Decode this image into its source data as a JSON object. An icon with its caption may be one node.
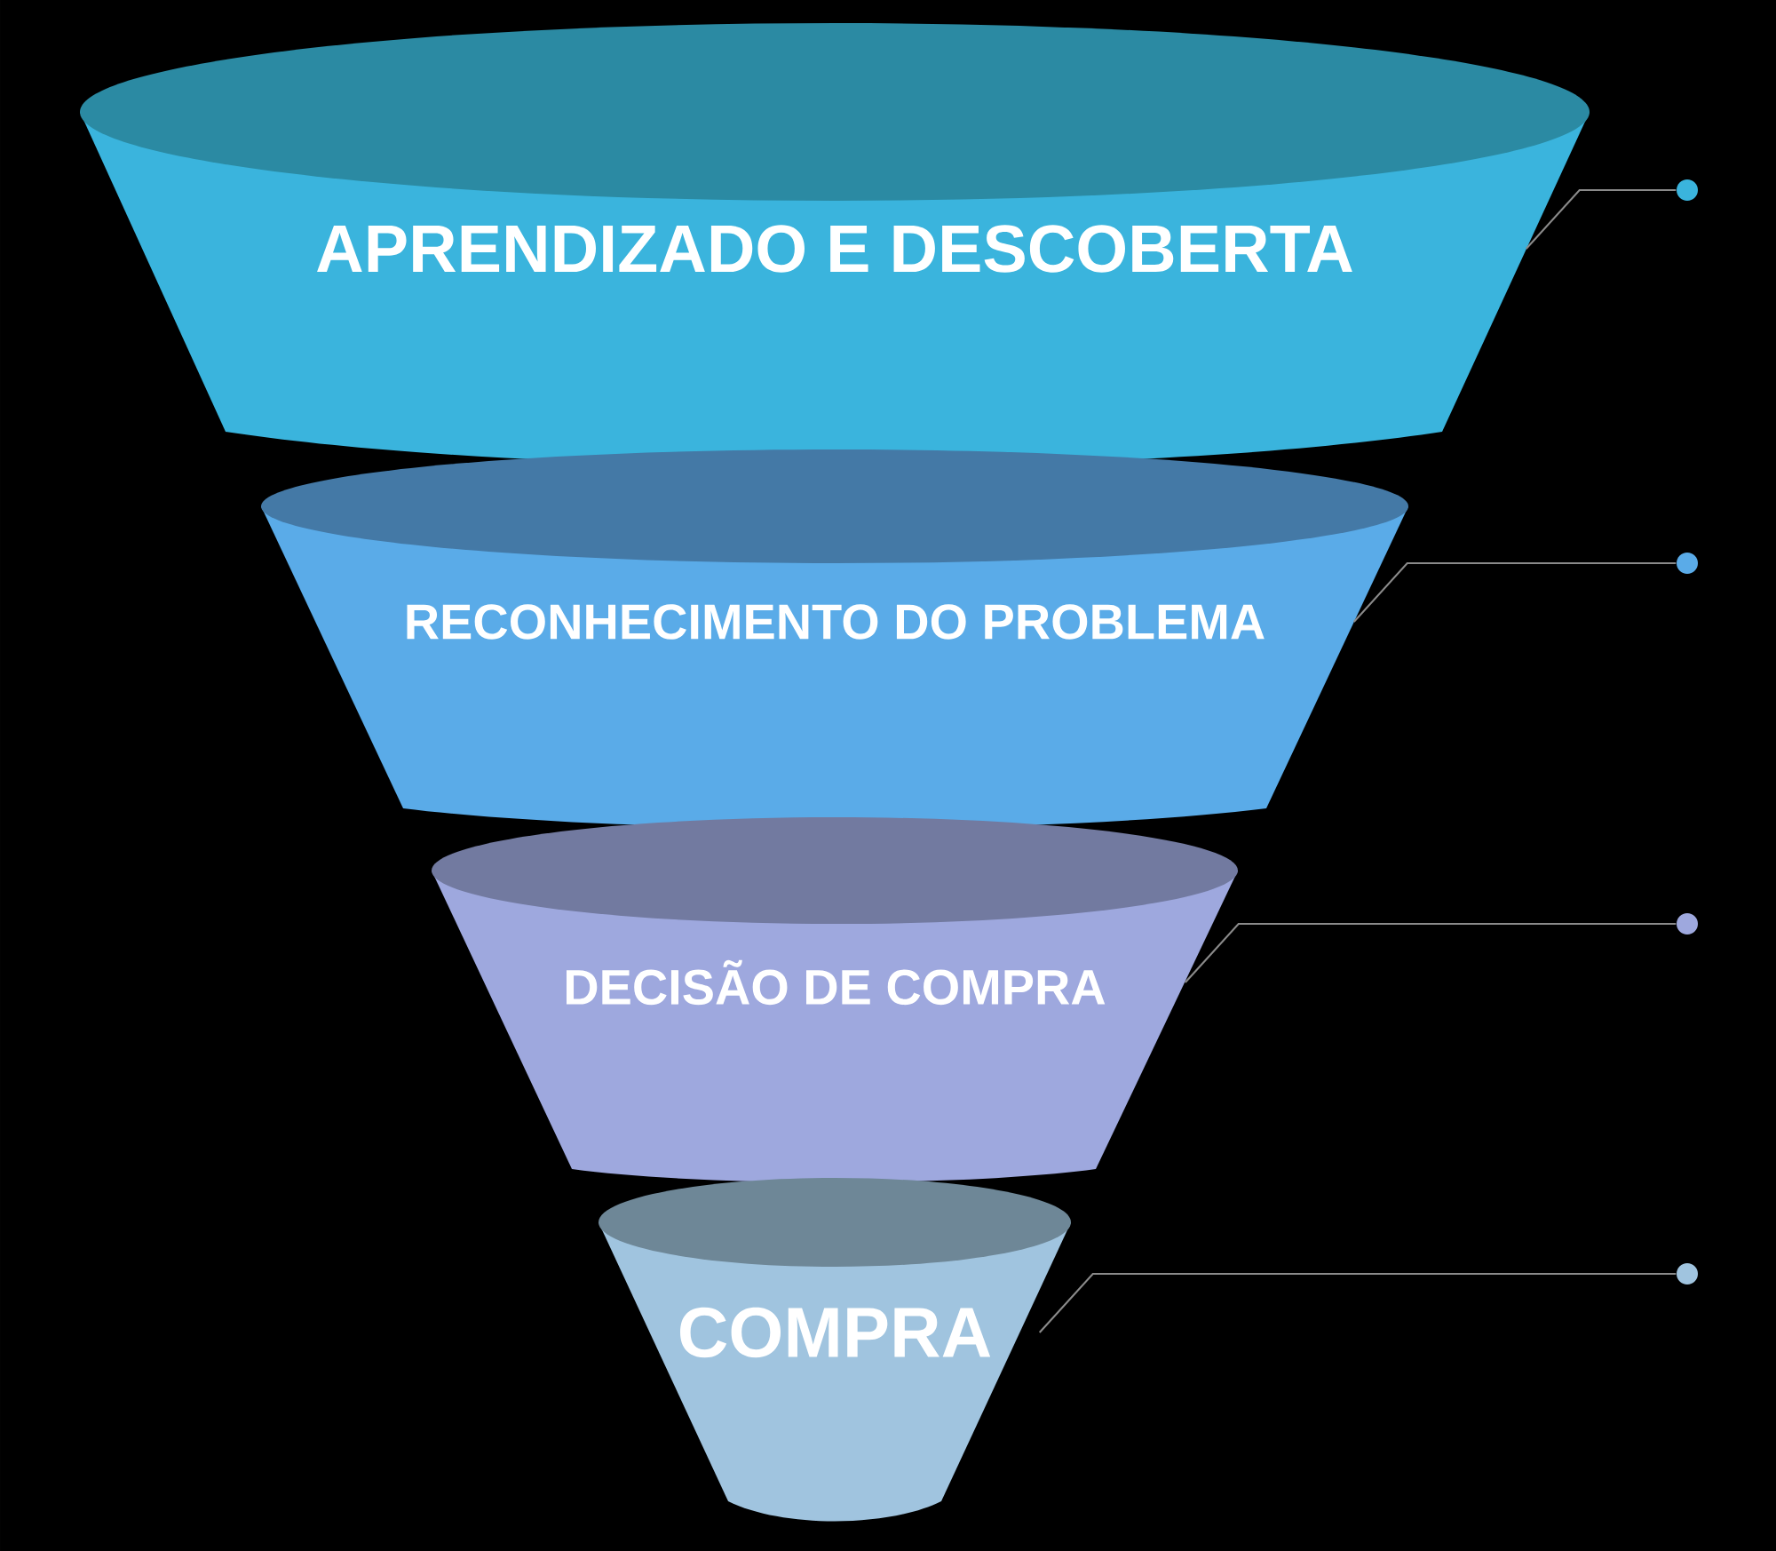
{
  "diagram": {
    "nodes": [
      {
        "text": [
          "APRENDIZADO E DESCOBERTA"
        ]
      },
      {
        "text": [
          "RECONHECIMENTO DO PROBLEMA"
        ]
      },
      {
        "text": [
          "DECISÃO DE COMPRA"
        ]
      },
      {
        "text": [
          "COMPRA"
        ]
      },
      {
        "text": [],
        "shape": "circle"
      },
      {
        "text": [],
        "shape": "circle"
      },
      {
        "text": [],
        "shape": "circle"
      },
      {
        "text": [],
        "shape": "circle"
      }
    ],
    "edges": [
      {
        "from": 0,
        "to": 4,
        "arrow": "none"
      },
      {
        "from": 1,
        "to": 5,
        "arrow": "none"
      },
      {
        "from": 2,
        "to": 6,
        "arrow": "none"
      },
      {
        "from": 3,
        "to": 7,
        "arrow": "none"
      }
    ]
  }
}
